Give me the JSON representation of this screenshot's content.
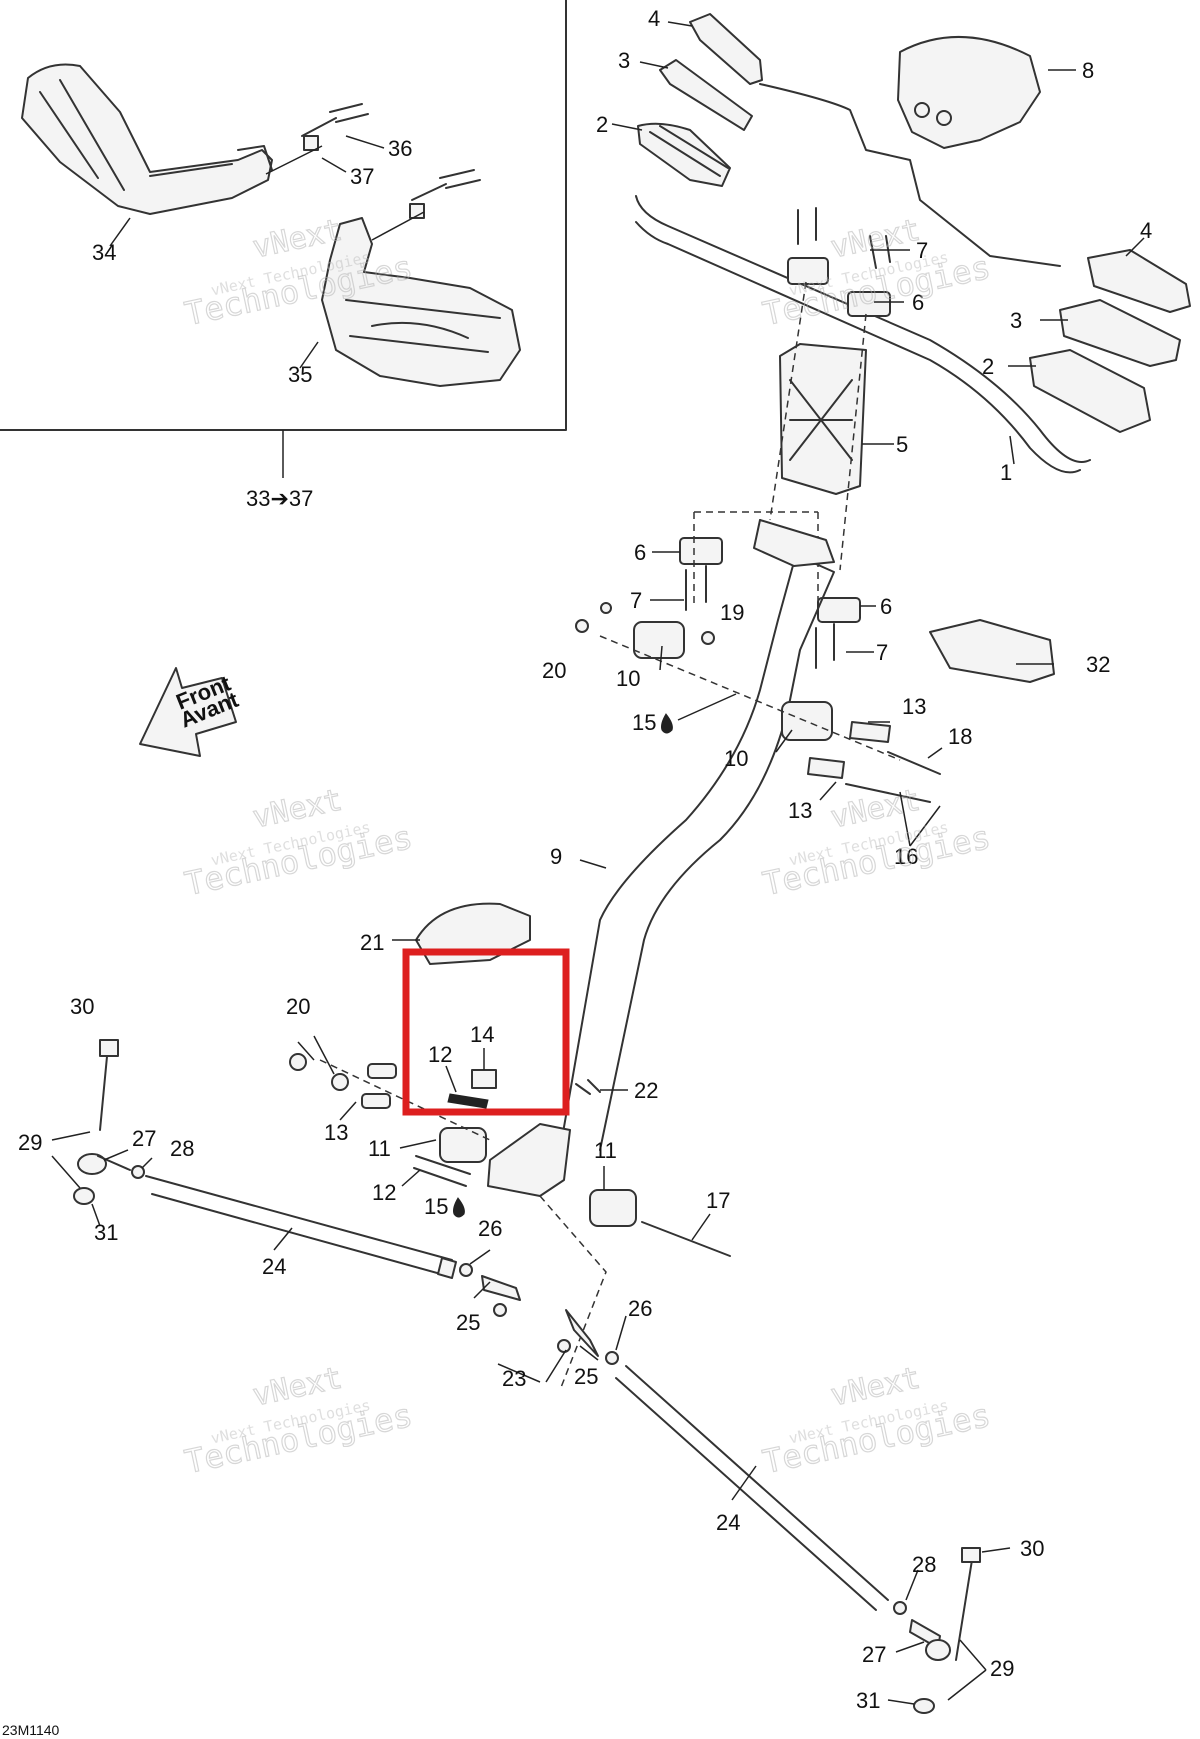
{
  "diagram": {
    "drawing_code": "23M1140",
    "inset_range_label": "33➔37",
    "front_arrow": {
      "line1": "Front",
      "line2": "Avant"
    },
    "oil_icon": "drop-icon",
    "watermark": {
      "line1": "vNext",
      "line2": "vNext Technologies",
      "line3": "Technologies"
    },
    "highlight_color": "#dd1f1f",
    "callouts": [
      {
        "id": "c1",
        "text": "1"
      },
      {
        "id": "c2a",
        "text": "2"
      },
      {
        "id": "c2b",
        "text": "2"
      },
      {
        "id": "c3a",
        "text": "3"
      },
      {
        "id": "c3b",
        "text": "3"
      },
      {
        "id": "c4a",
        "text": "4"
      },
      {
        "id": "c4b",
        "text": "4"
      },
      {
        "id": "c5",
        "text": "5"
      },
      {
        "id": "c6a",
        "text": "6"
      },
      {
        "id": "c6b",
        "text": "6"
      },
      {
        "id": "c6c",
        "text": "6"
      },
      {
        "id": "c7a",
        "text": "7"
      },
      {
        "id": "c7b",
        "text": "7"
      },
      {
        "id": "c7c",
        "text": "7"
      },
      {
        "id": "c8",
        "text": "8"
      },
      {
        "id": "c9",
        "text": "9"
      },
      {
        "id": "c10a",
        "text": "10"
      },
      {
        "id": "c10b",
        "text": "10"
      },
      {
        "id": "c11a",
        "text": "11"
      },
      {
        "id": "c11b",
        "text": "11"
      },
      {
        "id": "c12a",
        "text": "12"
      },
      {
        "id": "c12b",
        "text": "12"
      },
      {
        "id": "c13a",
        "text": "13"
      },
      {
        "id": "c13b",
        "text": "13"
      },
      {
        "id": "c13c",
        "text": "13"
      },
      {
        "id": "c14",
        "text": "14"
      },
      {
        "id": "c15a",
        "text": "15"
      },
      {
        "id": "c15b",
        "text": "15"
      },
      {
        "id": "c16",
        "text": "16"
      },
      {
        "id": "c17",
        "text": "17"
      },
      {
        "id": "c18",
        "text": "18"
      },
      {
        "id": "c19",
        "text": "19"
      },
      {
        "id": "c20a",
        "text": "20"
      },
      {
        "id": "c20b",
        "text": "20"
      },
      {
        "id": "c21",
        "text": "21"
      },
      {
        "id": "c22",
        "text": "22"
      },
      {
        "id": "c23",
        "text": "23"
      },
      {
        "id": "c24a",
        "text": "24"
      },
      {
        "id": "c24b",
        "text": "24"
      },
      {
        "id": "c25a",
        "text": "25"
      },
      {
        "id": "c25b",
        "text": "25"
      },
      {
        "id": "c26a",
        "text": "26"
      },
      {
        "id": "c26b",
        "text": "26"
      },
      {
        "id": "c27a",
        "text": "27"
      },
      {
        "id": "c27b",
        "text": "27"
      },
      {
        "id": "c28a",
        "text": "28"
      },
      {
        "id": "c28b",
        "text": "28"
      },
      {
        "id": "c29a",
        "text": "29"
      },
      {
        "id": "c29b",
        "text": "29"
      },
      {
        "id": "c30a",
        "text": "30"
      },
      {
        "id": "c30b",
        "text": "30"
      },
      {
        "id": "c31a",
        "text": "31"
      },
      {
        "id": "c31b",
        "text": "31"
      },
      {
        "id": "c32",
        "text": "32"
      },
      {
        "id": "c34",
        "text": "34"
      },
      {
        "id": "c35",
        "text": "35"
      },
      {
        "id": "c36",
        "text": "36"
      },
      {
        "id": "c37",
        "text": "37"
      }
    ]
  }
}
